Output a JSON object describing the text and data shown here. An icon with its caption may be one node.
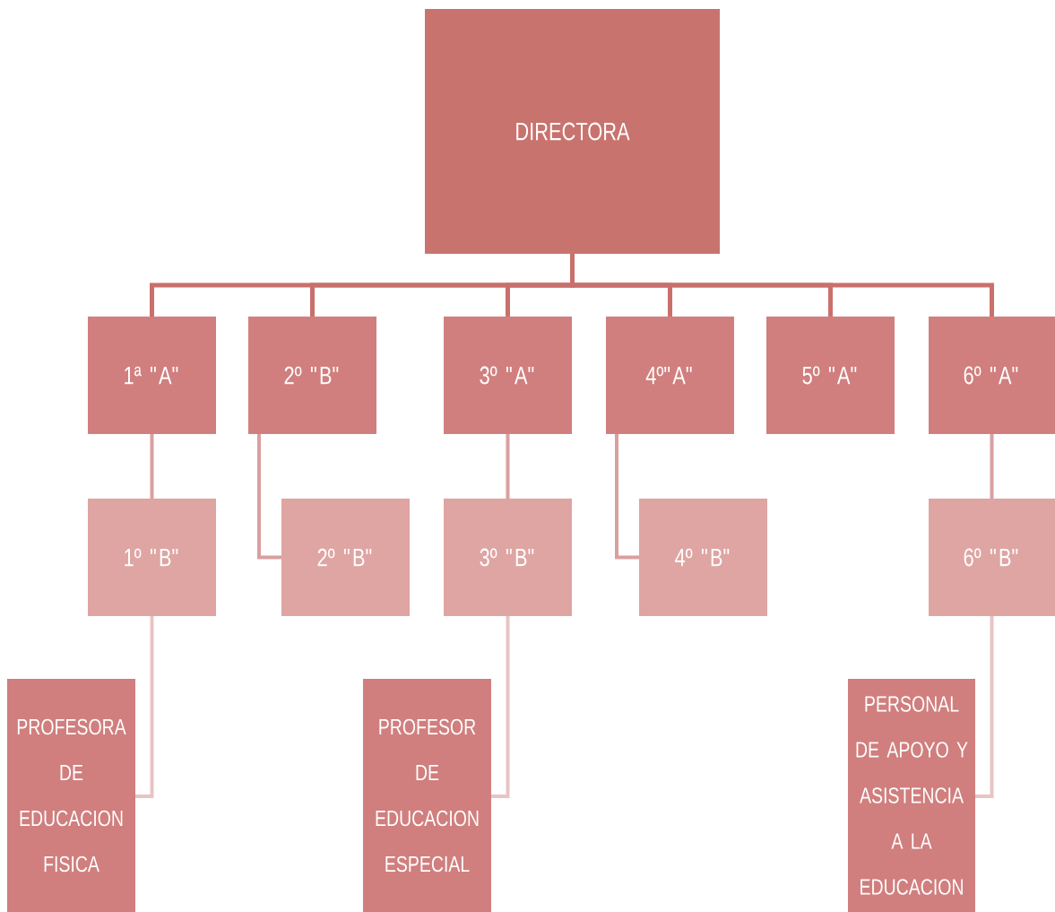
{
  "diagram": {
    "nodes": [
      {
        "text": [
          "DIRECTORA"
        ]
      },
      {
        "text": [
          "1ª \"A\""
        ]
      },
      {
        "text": [
          "2º \"B\""
        ]
      },
      {
        "text": [
          "3º \"A\""
        ]
      },
      {
        "text": [
          "4º\"A\""
        ]
      },
      {
        "text": [
          "5º \"A\""
        ]
      },
      {
        "text": [
          "6º \"A\""
        ]
      },
      {
        "text": [
          "1º \"B\""
        ]
      },
      {
        "text": [
          "2º \"B\""
        ]
      },
      {
        "text": [
          "3º \"B\""
        ]
      },
      {
        "text": [
          "4º \"B\""
        ]
      },
      {
        "text": [
          "6º \"B\""
        ]
      },
      {
        "text": [
          "PROFESORA DE EDUCACION FISICA"
        ]
      },
      {
        "text": [
          "PROFESOR DE EDUCACION ESPECIAL"
        ]
      },
      {
        "text": [
          "PERSONAL DE APOYO Y ASISTENCIA A LA EDUCACION"
        ]
      }
    ],
    "edges": [
      {
        "from": 0,
        "to": 1,
        "arrow": "none"
      },
      {
        "from": 0,
        "to": 2,
        "arrow": "none"
      },
      {
        "from": 0,
        "to": 3,
        "arrow": "none"
      },
      {
        "from": 0,
        "to": 4,
        "arrow": "none"
      },
      {
        "from": 0,
        "to": 5,
        "arrow": "none"
      },
      {
        "from": 0,
        "to": 6,
        "arrow": "none"
      },
      {
        "from": 1,
        "to": 7,
        "arrow": "none"
      },
      {
        "from": 2,
        "to": 8,
        "arrow": "none"
      },
      {
        "from": 3,
        "to": 9,
        "arrow": "none"
      },
      {
        "from": 4,
        "to": 10,
        "arrow": "none"
      },
      {
        "from": 6,
        "to": 11,
        "arrow": "none"
      },
      {
        "from": 7,
        "to": 12,
        "arrow": "none"
      },
      {
        "from": 9,
        "to": 13,
        "arrow": "none"
      },
      {
        "from": 11,
        "to": 14,
        "arrow": "none"
      }
    ]
  }
}
